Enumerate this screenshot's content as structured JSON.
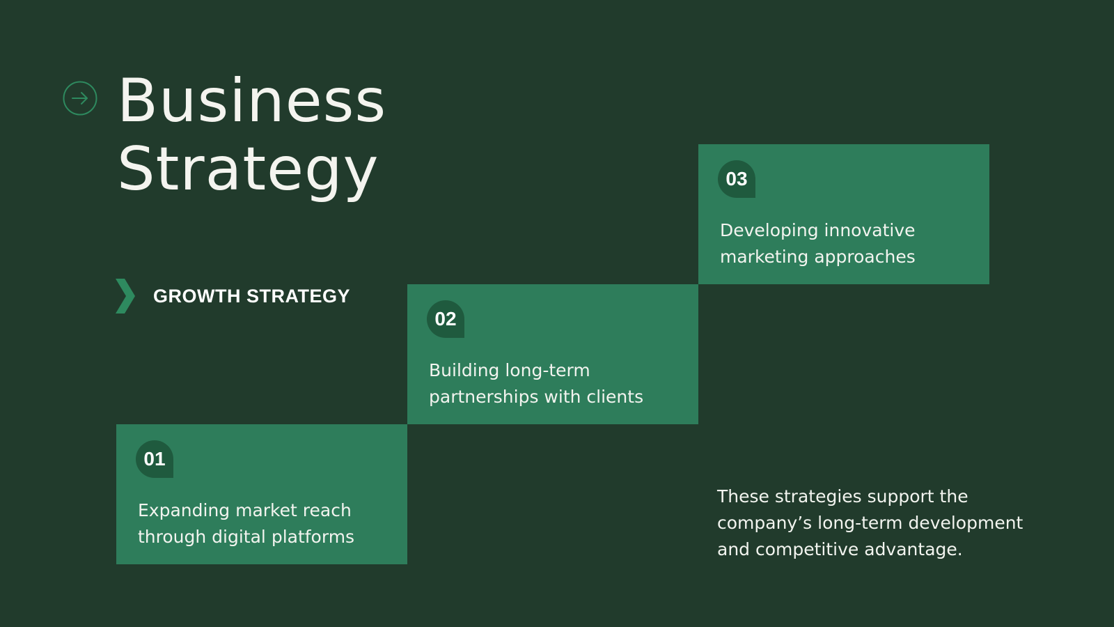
{
  "colors": {
    "background": "#213b2c",
    "card": "#2e7d5b",
    "badge": "#1f5a3e",
    "accent": "#2e8a5f",
    "text": "#ffffff"
  },
  "header": {
    "icon": "arrow-right-circle-icon",
    "title_line_1": "Business",
    "title_line_2": "Strategy"
  },
  "subheading": {
    "icon": "chevron-right-icon",
    "label": "GROWTH STRATEGY"
  },
  "steps": [
    {
      "number": "01",
      "text": "Expanding market reach through digital platforms"
    },
    {
      "number": "02",
      "text": "Building long-term partnerships with clients"
    },
    {
      "number": "03",
      "text": "Developing innovative marketing approaches"
    }
  ],
  "closing_note": "These strategies support the company’s long-term development and competitive advantage."
}
